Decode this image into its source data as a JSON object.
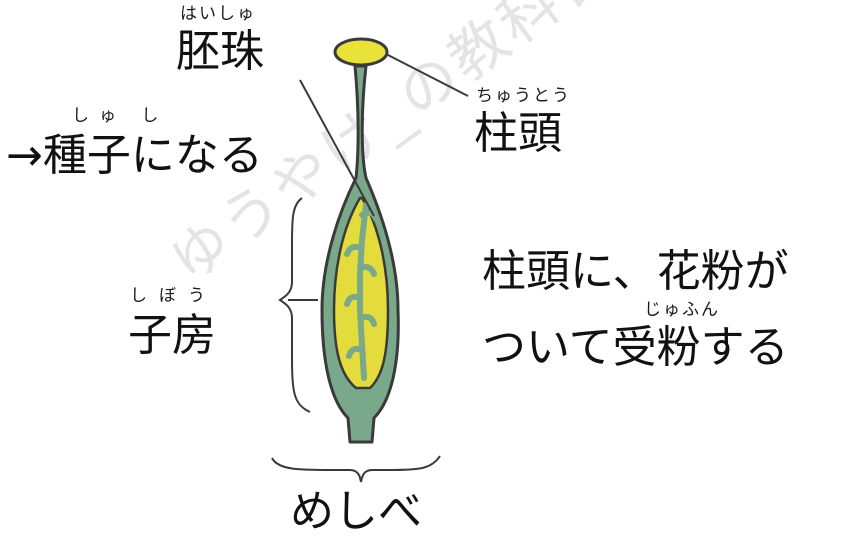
{
  "watermark": "ゆうやけ_の教科書",
  "labels": {
    "haishu": {
      "reading": "はいしゅ",
      "text": "胚珠"
    },
    "shushi": {
      "reading": "しゅ し",
      "text": "→種子になる"
    },
    "chuto": {
      "reading": "ちゅうとう",
      "text": "柱頭"
    },
    "shibo": {
      "reading": "しぼう",
      "text": "子房"
    },
    "meshibe": {
      "text": "めしべ"
    },
    "desc_line1": "柱頭に、花粉が",
    "desc_reading": "じゅふん",
    "desc_line2": "ついて受粉する"
  },
  "colors": {
    "stigma": "#e8e23a",
    "pistil": "#79a98a",
    "ovary_inner": "#e4dc3c",
    "outline": "#3a3a3a"
  }
}
